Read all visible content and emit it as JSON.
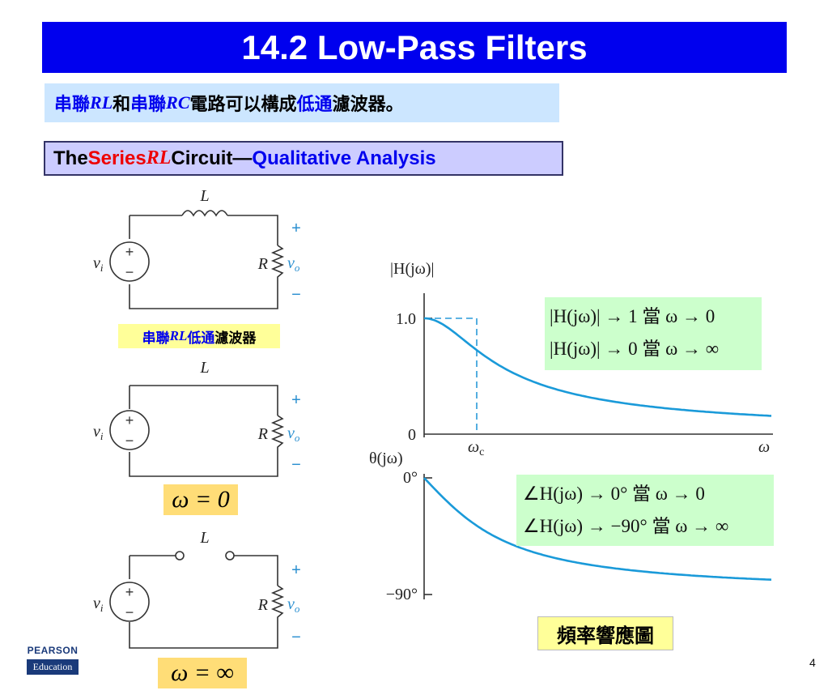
{
  "header": {
    "title": "14.2  Low-Pass Filters"
  },
  "intro": {
    "part1": "串聯",
    "part2": "RL",
    "part3": "和",
    "part4": "串聯",
    "part5": "RC",
    "part6": "電路可以構成",
    "part7": "低通",
    "part8": "濾波器。"
  },
  "section": {
    "the": "The ",
    "series": "Series ",
    "rl": "RL",
    "circuit": " Circuit—",
    "analysis": "Qualitative Analysis"
  },
  "circuits": {
    "inductor_label": "L",
    "resistor_label": "R",
    "source_label": "v",
    "source_sub": "i",
    "output_label": "v",
    "output_sub": "o",
    "plus": "+",
    "minus": "−"
  },
  "circuit1_tag": {
    "p1": "串聯",
    "p2": "RL",
    "p3": "低通",
    "p4": "濾波器"
  },
  "circuit2_tag": "ω = 0",
  "circuit3_tag": "ω = ∞",
  "magnitude_plot": {
    "ylabel": "|H(jω)|",
    "tick_top": "1.0",
    "tick_bottom": "0",
    "xtick_wc": "ω",
    "xtick_wc_sub": "c",
    "xlabel": "ω"
  },
  "phase_plot": {
    "ylabel": "θ(jω)",
    "tick_top": "0°",
    "tick_bottom": "−90°"
  },
  "magnitude_notes": {
    "line1": "|H(jω)| → 1  當  ω → 0",
    "line2": "|H(jω)| → 0  當  ω → ∞"
  },
  "phase_notes": {
    "line1": "∠H(jω) → 0°  當  ω → 0",
    "line2": "∠H(jω) → −90°  當  ω → ∞"
  },
  "freq_label": "頻率響應圖",
  "logo": {
    "top": "PEARSON",
    "bottom": "Education"
  },
  "page_number": "4",
  "colors": {
    "title_bg": "#0000ee",
    "curve": "#1a9ad9",
    "circuit_accent": "#2a8fd0"
  }
}
